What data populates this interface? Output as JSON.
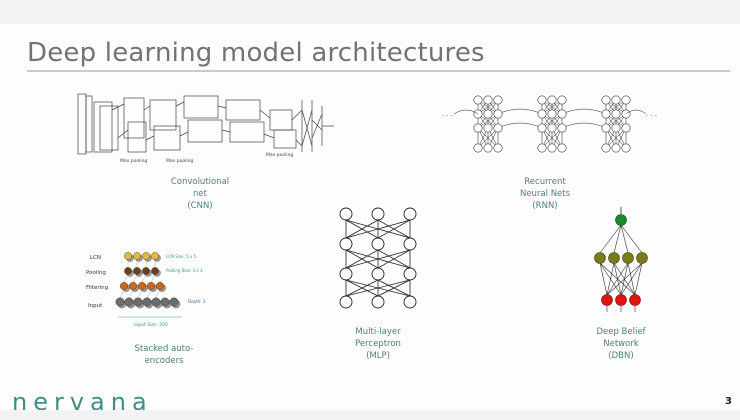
{
  "slide": {
    "title": "Deep learning model architectures",
    "page_number": "3",
    "logo_text": "nervana",
    "brand_color": "#3f8f86",
    "caption_color": "#4f7f79"
  },
  "cnn": {
    "caption_lines": [
      "Convolutional",
      "net",
      "(CNN)"
    ],
    "labels": {
      "pool1": "Max pooling",
      "pool2": "Max pooling",
      "pool3": "Max pooling"
    }
  },
  "rnn": {
    "caption_lines": [
      "Recurrent",
      "Neural Nets",
      "(RNN)"
    ],
    "ellipsis": "· · ·"
  },
  "mlp": {
    "caption_lines": [
      "Multi-layer",
      "Perceptron",
      "(MLP)"
    ]
  },
  "dbn": {
    "caption_lines": [
      "Deep Belief",
      "Network",
      "(DBN)"
    ],
    "colors": {
      "top": "#1a8a2e",
      "hidden": "#7a7a1a",
      "visible": "#e01414"
    }
  },
  "sae": {
    "caption_lines": [
      "Stacked auto-",
      "encoders"
    ],
    "layer_labels": [
      "LCN",
      "Pooling",
      "Filtering",
      "Input"
    ],
    "annotations": {
      "lcn_size": "LCN Size: 5 x 5",
      "pooling_size": "Pooling Size: 3 x 3",
      "depth": "Depth: 3",
      "input_size": "Input Size: 200"
    }
  }
}
